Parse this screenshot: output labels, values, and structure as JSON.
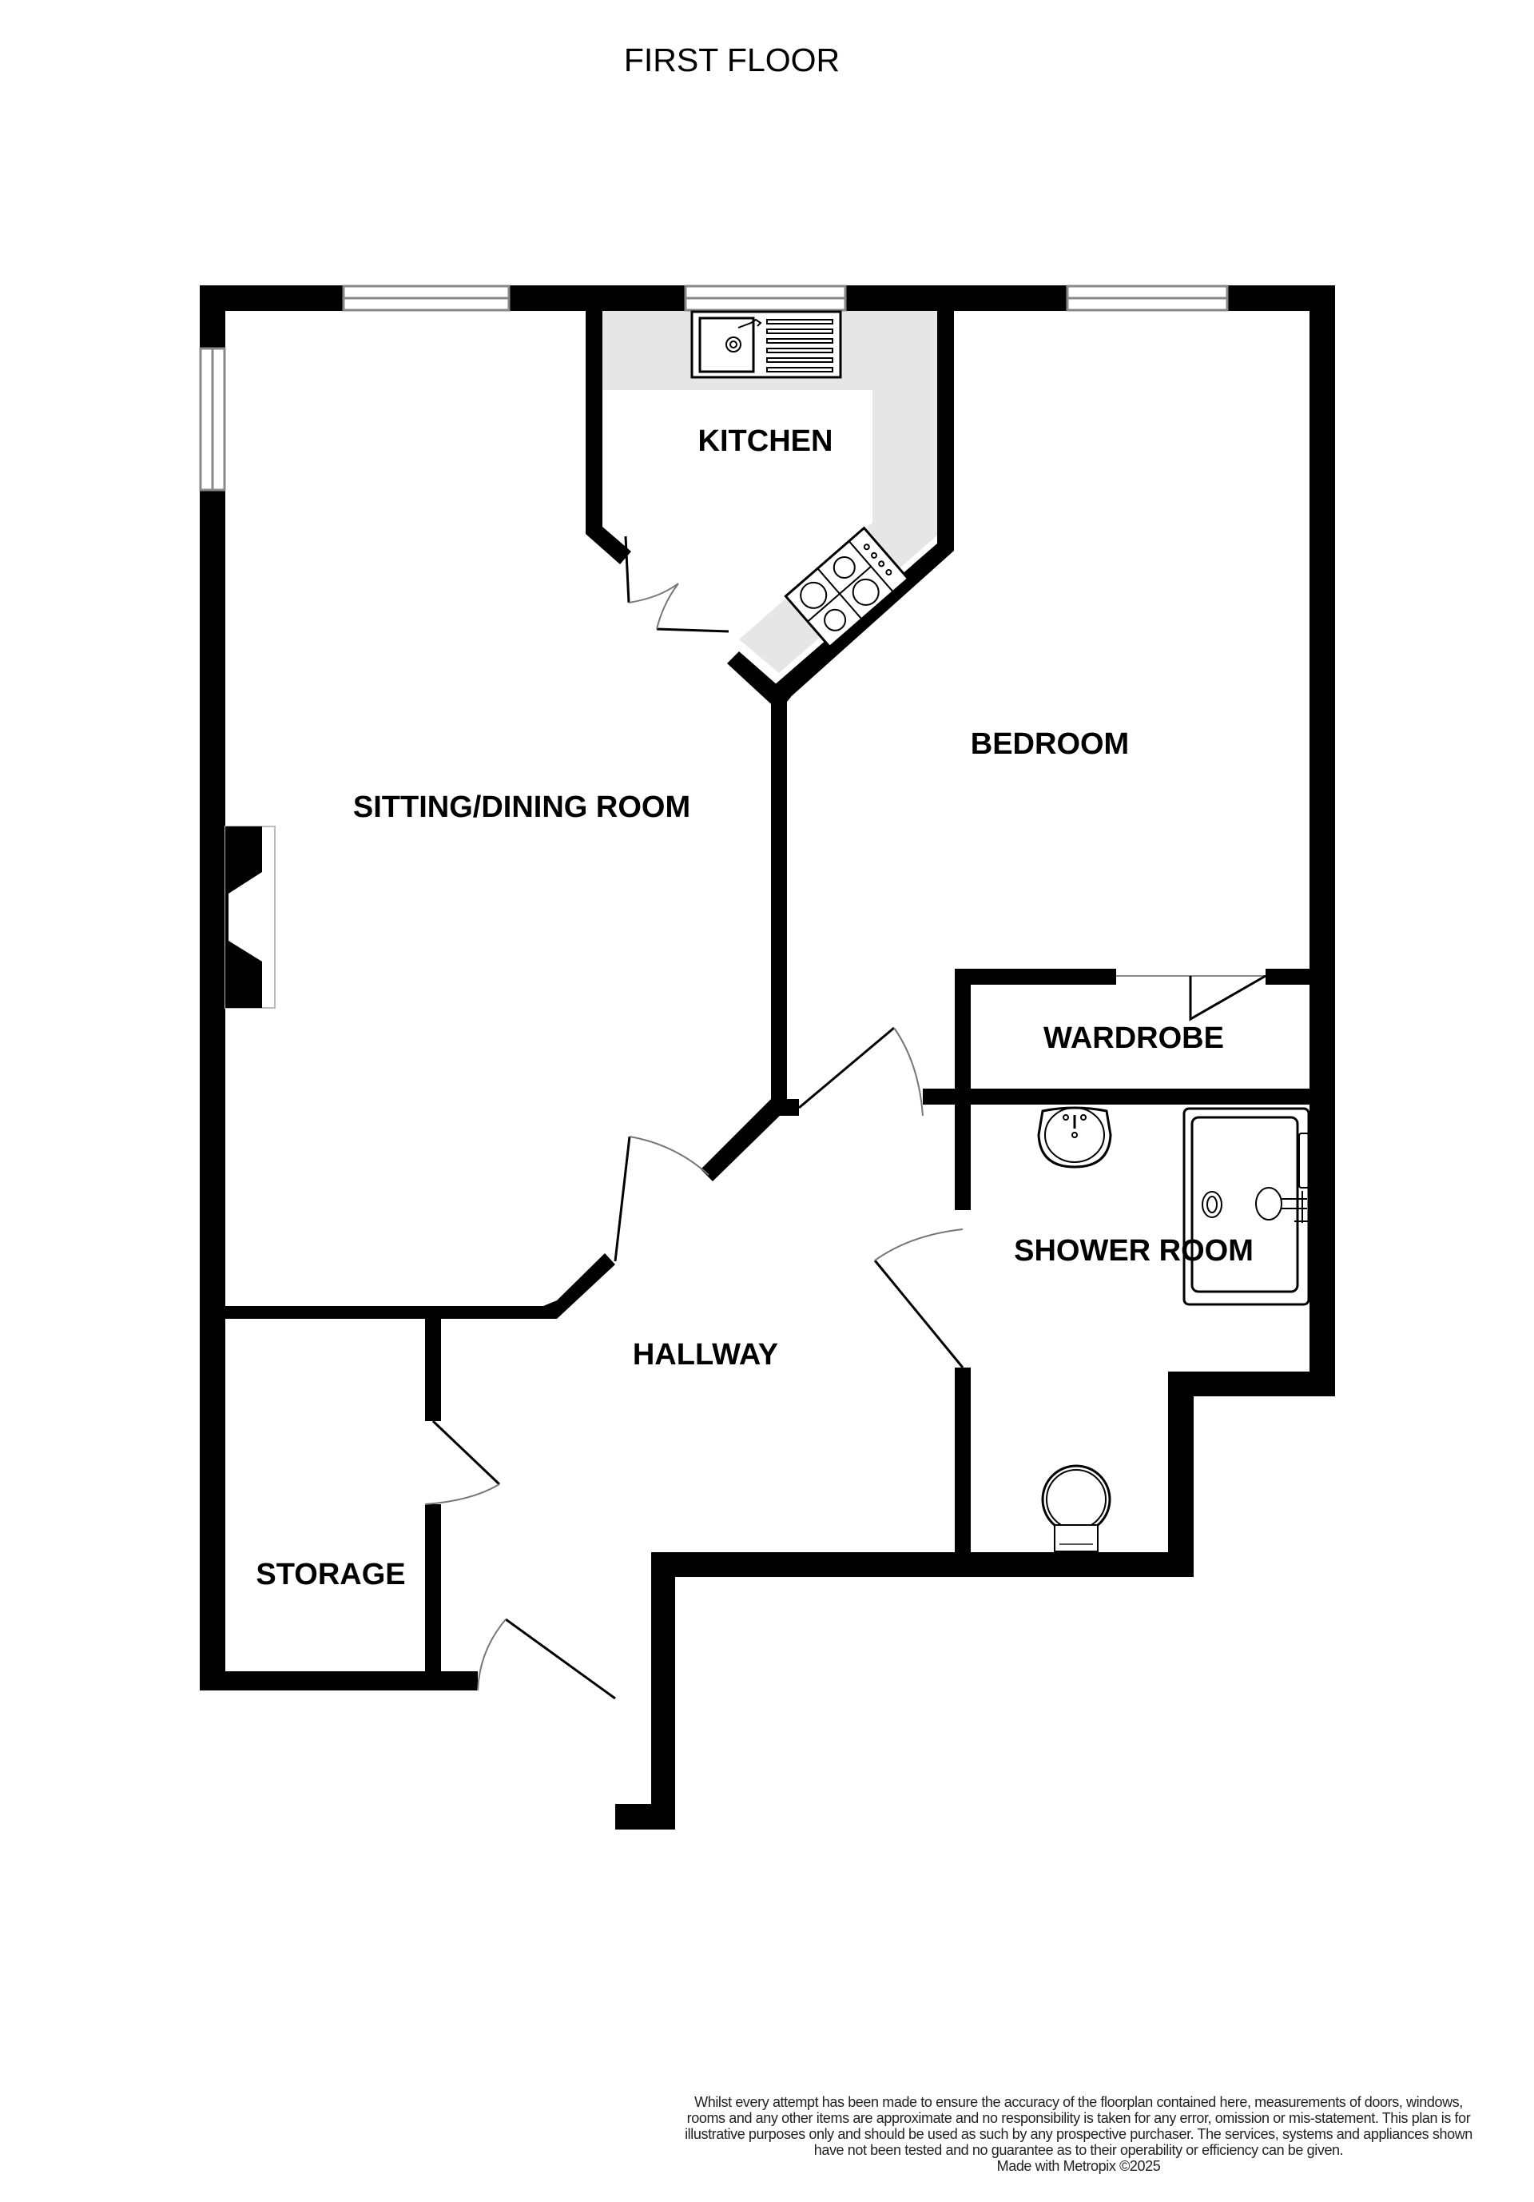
{
  "title": "FIRST FLOOR",
  "rooms": {
    "kitchen": "KITCHEN",
    "sitting_dining": "SITTING/DINING ROOM",
    "bedroom": "BEDROOM",
    "wardrobe": "WARDROBE",
    "shower_room": "SHOWER ROOM",
    "hallway": "HALLWAY",
    "storage": "STORAGE"
  },
  "fixtures": {
    "sink": "kitchen-sink-icon",
    "hob": "hob-icon",
    "fireplace": "fireplace-icon",
    "basin": "basin-icon",
    "shower": "shower-tray-icon",
    "toilet": "toilet-icon"
  },
  "colors": {
    "wall": "#000000",
    "counter": "#e6e6e6",
    "window_frame": "#888888"
  },
  "footer": {
    "disclaimer": "Whilst every attempt has been made to ensure the accuracy of the floorplan contained here, measurements of doors, windows, rooms and any other items are approximate and no responsibility is taken for any error, omission or mis-statement. This plan is for illustrative purposes only and should be used as such by any prospective purchaser. The services, systems and appliances shown have not been tested and no guarantee as to their operability or efficiency can be given.",
    "credit": "Made with Metropix ©2025"
  }
}
